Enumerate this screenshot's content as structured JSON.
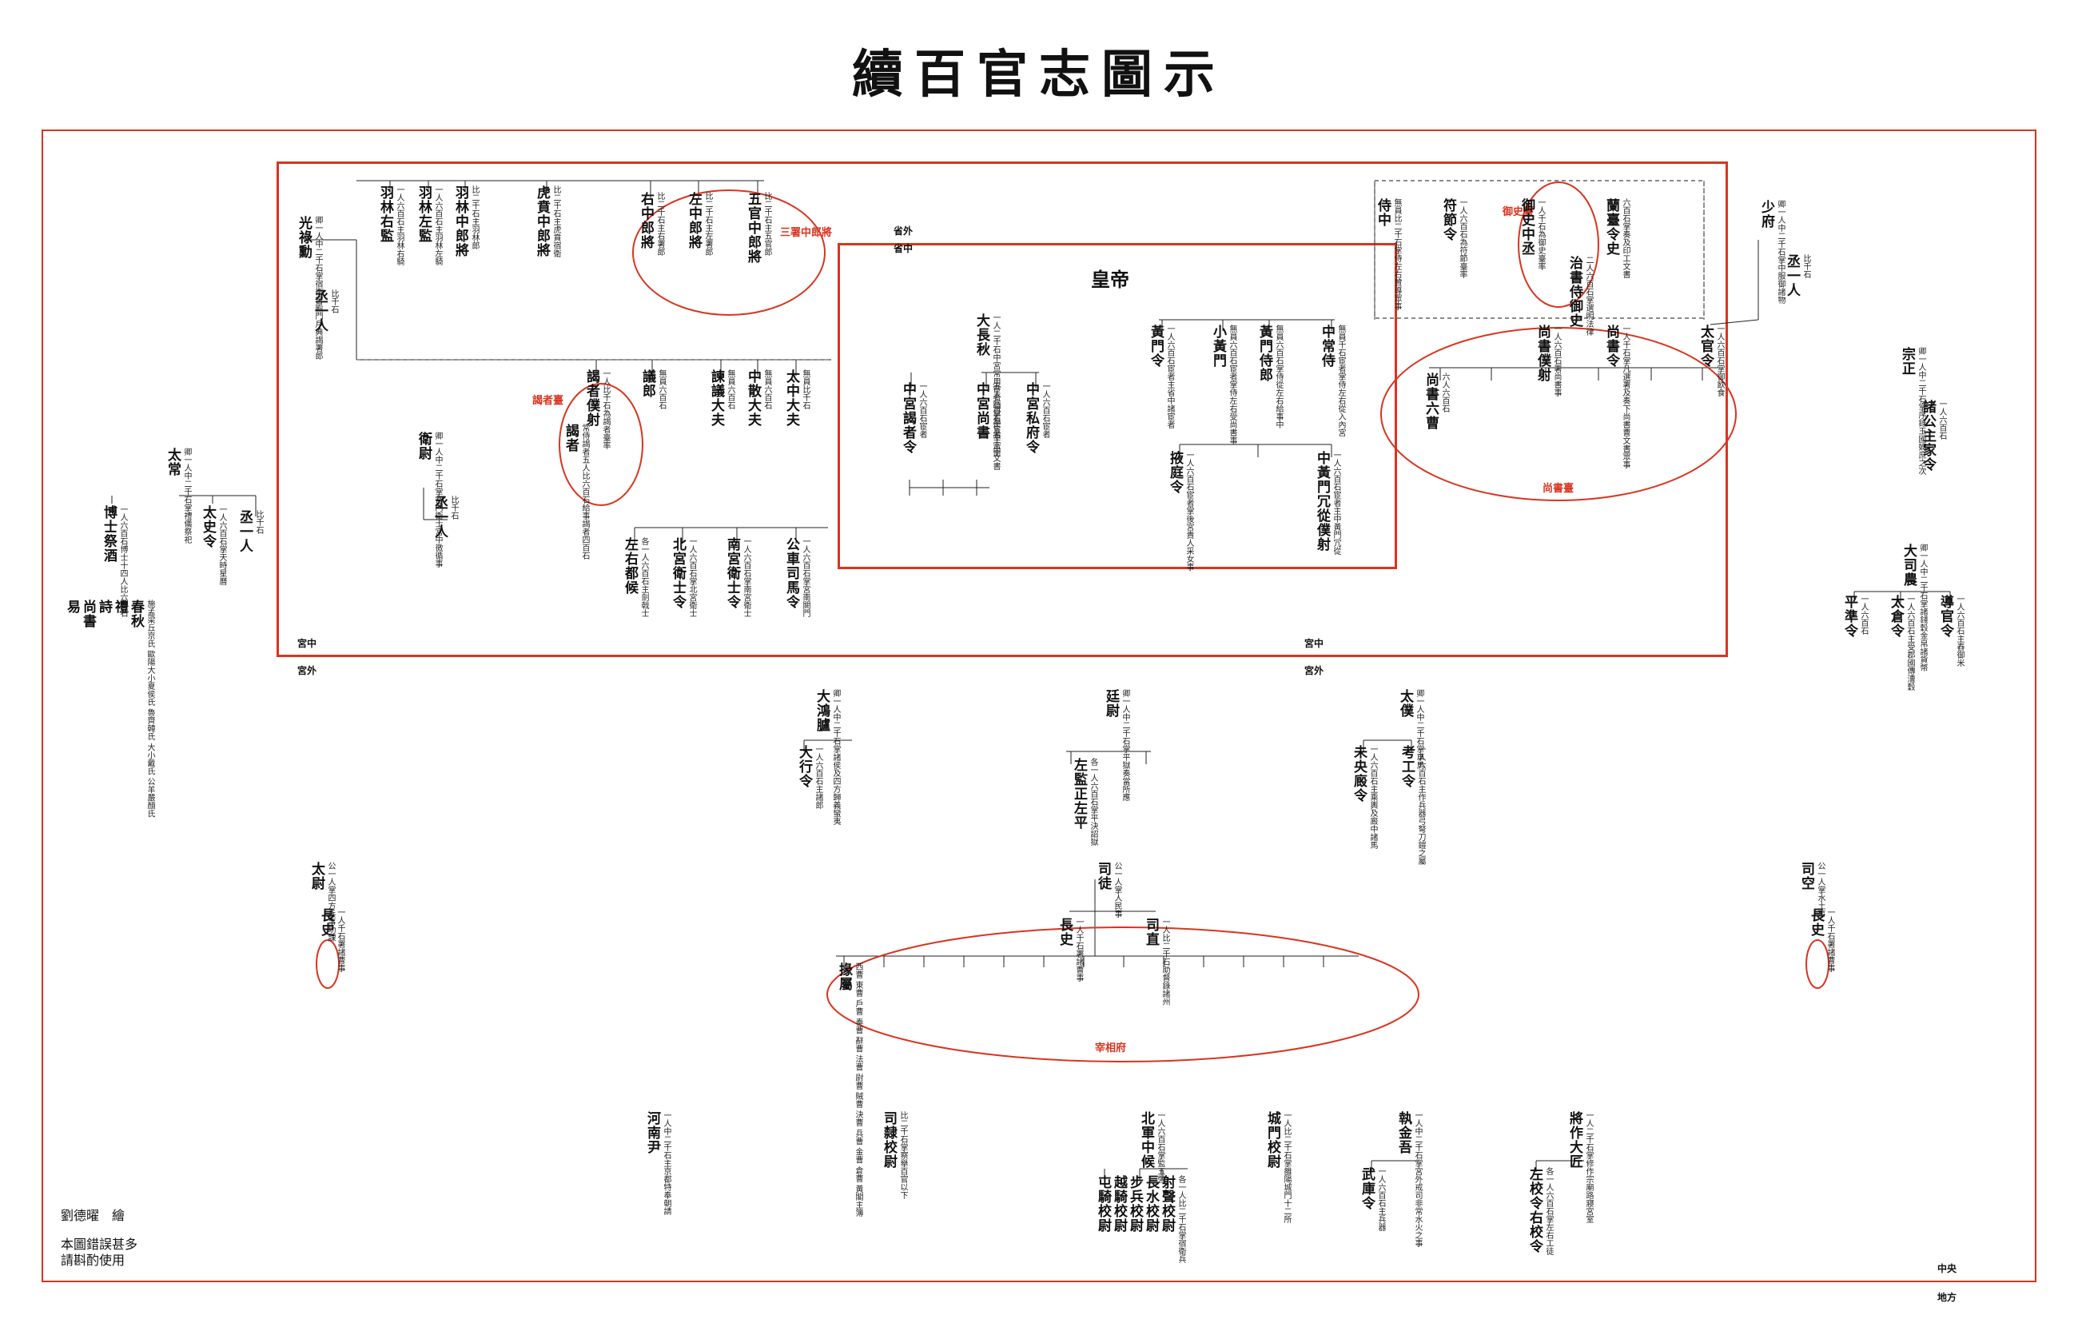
{
  "title": "續百官志圖示",
  "emperor": "皇帝",
  "region_labels": {
    "sheng_wai": "省外",
    "sheng_zhong": "省中",
    "gong_zhong": "宮中",
    "gong_wai": "宮外",
    "zhong_yang": "中央",
    "di_fang": "地方"
  },
  "annotations": {
    "san_shu": "三署中郎將",
    "yeh_zhe_tai": "謁者臺",
    "yu_shi_tai": "御史臺",
    "shang_shu_tai": "尚書臺",
    "zai_xiang_fu": "宰相府"
  },
  "credit": {
    "author": "劉德曜　繪",
    "note1": "本圖錯誤甚多",
    "note2": "請斟酌使用"
  },
  "nodes": {
    "guanglu": {
      "name": "光祿勳",
      "desc": "卿一人中二千石掌宿衛宮殿門戶典謁署郎"
    },
    "guanglu_cheng": {
      "name": "丞一人",
      "desc": "比千石"
    },
    "yulin_right": {
      "name": "羽林右監",
      "desc": "一人六百石主羽林右騎"
    },
    "yulin_left": {
      "name": "羽林左監",
      "desc": "一人六百石主羽林左騎"
    },
    "yulin_zhonglang": {
      "name": "羽林中郎將",
      "desc": "比二千石主羽林郎"
    },
    "huben": {
      "name": "虎賁中郎將",
      "desc": "比二千石主虎賁宿衛"
    },
    "you_zhonglang": {
      "name": "右中郎將",
      "desc": "比二千石主右署郎"
    },
    "zuo_zhonglang": {
      "name": "左中郎將",
      "desc": "比二千石主左署郎"
    },
    "wuguan": {
      "name": "五官中郎將",
      "desc": "比二千石主五官郎"
    },
    "taizhong": {
      "name": "太中大夫",
      "desc": "無員比千石"
    },
    "zhongsan": {
      "name": "中散大夫",
      "desc": "無員六百石"
    },
    "jianyi": {
      "name": "諫議大夫",
      "desc": "無員六百石"
    },
    "yilang": {
      "name": "議郎",
      "desc": "無員六百石"
    },
    "yezhe": {
      "name": "謁者僕射",
      "desc": "一人比千石為謁者臺率"
    },
    "yezhe_sub": {
      "name": "謁者",
      "desc": "常侍謁者五人比六百石給事謁者四百石"
    },
    "weiwei": {
      "name": "衛尉",
      "desc": "卿一人中二千石掌宮門衛士宮中徼循事"
    },
    "weiwei_cheng": {
      "name": "丞一人",
      "desc": "比千石"
    },
    "gongche": {
      "name": "公車司馬令",
      "desc": "一人六百石掌宮南闕門"
    },
    "nangong": {
      "name": "南宮衛士令",
      "desc": "一人六百石掌南宮衛士"
    },
    "beigong": {
      "name": "北宮衛士令",
      "desc": "一人六百石掌北宮衛士"
    },
    "zuoyou": {
      "name": "左右都候",
      "desc": "各一人六百石主劍戟士"
    },
    "taichang": {
      "name": "太常",
      "desc": "卿一人中二千石掌禮儀祭祀"
    },
    "taichang_cheng": {
      "name": "丞一人",
      "desc": "比千石"
    },
    "boshi": {
      "name": "博士祭酒",
      "desc": "一人六百石博士十四人比六百石"
    },
    "taishi": {
      "name": "太史令",
      "desc": "一人六百石掌天時星曆"
    },
    "wujing": {
      "items": [
        "易",
        "尚書",
        "詩",
        "禮",
        "春秋"
      ],
      "desc": "施孟梁丘京氏 歐陽大小夏侯氏 魯齊韓氏 大小戴氏 公羊嚴顏氏"
    },
    "dachangqiu": {
      "name": "大長秋",
      "desc": "一人二千石中宮常用宦者職掌奉宣中宮命"
    },
    "zg_puye": {
      "name": "中宮謁者令",
      "desc": "一人六百石宦者"
    },
    "zg_shangshu": {
      "name": "中宮尚書",
      "desc": "五人六百石宦者主中文書"
    },
    "zg_shi": {
      "name": "中宮私府令",
      "desc": "一人六百石宦者"
    },
    "huangmen": {
      "name": "黃門令",
      "desc": "一人六百石宦者主省中諸宦者"
    },
    "xiao_huangmen": {
      "name": "小黃門",
      "desc": "無員六百石宦者掌侍左右受尚書事"
    },
    "huangmen_shilang": {
      "name": "黃門侍郎",
      "desc": "無員六百石掌侍從左右給事中"
    },
    "zhongchang": {
      "name": "中常侍",
      "desc": "無員千石宦者掌侍左右從入內宮"
    },
    "yeting": {
      "name": "掖庭令",
      "desc": "一人六百石宦者掌後宮貴人采女事"
    },
    "zhonghuangmen": {
      "name": "中黃門冗從僕射",
      "desc": "一人六百石宦者主中黃門冗從"
    },
    "shizhong": {
      "name": "侍中",
      "desc": "無員比二千石掌侍左右贊導眾事"
    },
    "fujie": {
      "name": "符節令",
      "desc": "一人六百石為符節臺率"
    },
    "yushi": {
      "name": "御史中丞",
      "desc": "一人千石為御史臺率"
    },
    "lanti": {
      "name": "蘭臺令史",
      "desc": "六百石掌奏及印工文書"
    },
    "shuzhen": {
      "name": "治書侍御史",
      "desc": "二人六百石掌選明法律"
    },
    "shangshu_ling": {
      "name": "尚書令",
      "desc": "一人千石掌凡選署及奏下尚書曹文書眾事"
    },
    "shangshu_puye": {
      "name": "尚書僕射",
      "desc": "一人六百石署尚書事"
    },
    "shangshu_liu": {
      "name": "尚書六曹",
      "desc": "六人六百石"
    },
    "shaofu": {
      "name": "少府",
      "desc": "卿一人中二千石掌中服御諸物"
    },
    "shaofu_cheng": {
      "name": "丞一人",
      "desc": "比千石"
    },
    "taiguan": {
      "name": "太官令",
      "desc": "一人六百石掌御飲食"
    },
    "zongzheng": {
      "name": "宗正",
      "desc": "卿一人中二千石掌序錄王國嫡庶之次"
    },
    "zhugong": {
      "name": "諸公主家令",
      "desc": "一人六百石"
    },
    "dasinong": {
      "name": "大司農",
      "desc": "卿一人中二千石掌諸錢穀金帛諸貨幣"
    },
    "pingzhun": {
      "name": "平準令",
      "desc": "一人六百石"
    },
    "taicang": {
      "name": "太倉令",
      "desc": "一人六百石主受郡國傳漕穀"
    },
    "daohou": {
      "name": "導官令",
      "desc": "一人六百石主舂御米"
    },
    "dahonglu": {
      "name": "大鴻臚",
      "desc": "卿一人中二千石掌諸侯及四方歸義蠻夷"
    },
    "daxing": {
      "name": "大行令",
      "desc": "一人六百石主諸郎"
    },
    "tingwei": {
      "name": "廷尉",
      "desc": "卿一人中二千石掌平獄奏當所應"
    },
    "tingwei_jian": {
      "name": "左監正左平",
      "desc": "各一人六百石掌平決詔獄"
    },
    "taipu": {
      "name": "太僕",
      "desc": "卿一人中二千石掌車馬"
    },
    "weiyang": {
      "name": "未央廄令",
      "desc": "一人六百石主乘輿及廄中諸馬"
    },
    "kaogong": {
      "name": "考工令",
      "desc": "一人六百石主作兵器弓弩刀鎧之屬"
    },
    "taiwei": {
      "name": "太尉",
      "desc": "公一人掌四方兵事功課"
    },
    "taiwei_zhangshi": {
      "name": "長史",
      "desc": "一人千石署諸曹事"
    },
    "situ": {
      "name": "司徒",
      "desc": "公一人掌人民事"
    },
    "situ_zhangshi": {
      "name": "長史",
      "desc": "一人千石署諸曹事"
    },
    "situ_zhi": {
      "name": "司直",
      "desc": "一人比二千石助督錄諸州"
    },
    "situ_cao": {
      "name": "掾屬",
      "desc": "西曹 東曹 戶曹 奏曹 辭曹 法曹 尉曹 賊曹 決曹 兵曹 金曹 倉曹 黃閣主簿"
    },
    "sikong": {
      "name": "司空",
      "desc": "公一人掌水土事"
    },
    "sikong_zhangshi": {
      "name": "長史",
      "desc": "一人千石署諸曹事"
    },
    "henan": {
      "name": "河南尹",
      "desc": "一人中二千石主京都特奉朝請"
    },
    "sili": {
      "name": "司隸校尉",
      "desc": "比二千石掌察舉百官以下"
    },
    "beijun": {
      "name": "北軍中候",
      "desc": "一人六百石掌監五營"
    },
    "wuying": {
      "items": [
        "屯騎校尉",
        "越騎校尉",
        "步兵校尉",
        "長水校尉",
        "射聲校尉"
      ],
      "desc": "各一人比二千石掌宿衛兵"
    },
    "chengmen": {
      "name": "城門校尉",
      "desc": "一人比二千石掌雒陽城門十二所"
    },
    "zhijinwu": {
      "name": "執金吾",
      "desc": "一人中二千石掌宮外戒司非常水火之事"
    },
    "wuku": {
      "name": "武庫令",
      "desc": "一人六百石主兵器"
    },
    "jiangzuo": {
      "name": "將作大匠",
      "desc": "一人二千石掌修作宗廟路寢宮室"
    },
    "zuoxiao": {
      "name": "左校令右校令",
      "desc": "各一人六百石掌左右工徒"
    }
  }
}
